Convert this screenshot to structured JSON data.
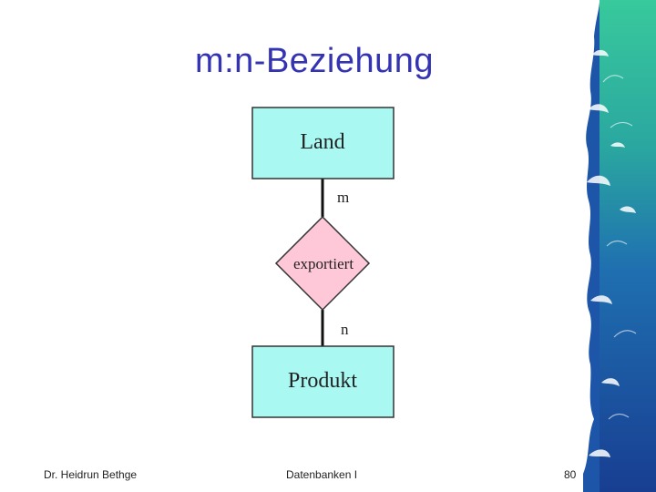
{
  "title": "m:n-Beziehung",
  "diagram": {
    "entity_top": "Land",
    "relationship": "exportiert",
    "entity_bottom": "Produkt",
    "card_top": "m",
    "card_bottom": "n"
  },
  "footer": {
    "author": "Dr. Heidrun Bethge",
    "course": "Datenbanken I",
    "page": "80"
  },
  "colors": {
    "title": "#3333b3",
    "entity_fill": "#aaf8f2",
    "relationship_fill": "#ffc8d8",
    "wave_deep": "#1a4aa0",
    "wave_light": "#2fbf9a"
  }
}
